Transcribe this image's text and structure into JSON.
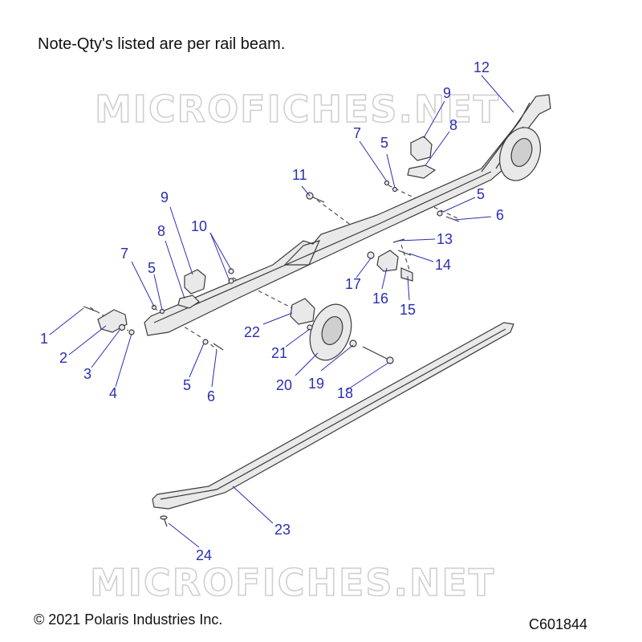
{
  "note": "Note-Qty's listed are per rail beam.",
  "copyright": "© 2021 Polaris Industries Inc.",
  "diagram_code": "C601844",
  "watermark": "MICROFICHES.NET",
  "callouts": [
    {
      "id": "c1",
      "label": "1"
    },
    {
      "id": "c2",
      "label": "2"
    },
    {
      "id": "c3",
      "label": "3"
    },
    {
      "id": "c4",
      "label": "4"
    },
    {
      "id": "c5a",
      "label": "5"
    },
    {
      "id": "c5b",
      "label": "5"
    },
    {
      "id": "c5c",
      "label": "5"
    },
    {
      "id": "c5d",
      "label": "5"
    },
    {
      "id": "c6a",
      "label": "6"
    },
    {
      "id": "c6b",
      "label": "6"
    },
    {
      "id": "c7a",
      "label": "7"
    },
    {
      "id": "c7b",
      "label": "7"
    },
    {
      "id": "c8a",
      "label": "8"
    },
    {
      "id": "c8b",
      "label": "8"
    },
    {
      "id": "c9a",
      "label": "9"
    },
    {
      "id": "c9b",
      "label": "9"
    },
    {
      "id": "c10",
      "label": "10"
    },
    {
      "id": "c11",
      "label": "11"
    },
    {
      "id": "c12",
      "label": "12"
    },
    {
      "id": "c13",
      "label": "13"
    },
    {
      "id": "c14",
      "label": "14"
    },
    {
      "id": "c15",
      "label": "15"
    },
    {
      "id": "c16",
      "label": "16"
    },
    {
      "id": "c17",
      "label": "17"
    },
    {
      "id": "c18",
      "label": "18"
    },
    {
      "id": "c19",
      "label": "19"
    },
    {
      "id": "c20",
      "label": "20"
    },
    {
      "id": "c21",
      "label": "21"
    },
    {
      "id": "c22",
      "label": "22"
    },
    {
      "id": "c23",
      "label": "23"
    },
    {
      "id": "c24",
      "label": "24"
    }
  ]
}
